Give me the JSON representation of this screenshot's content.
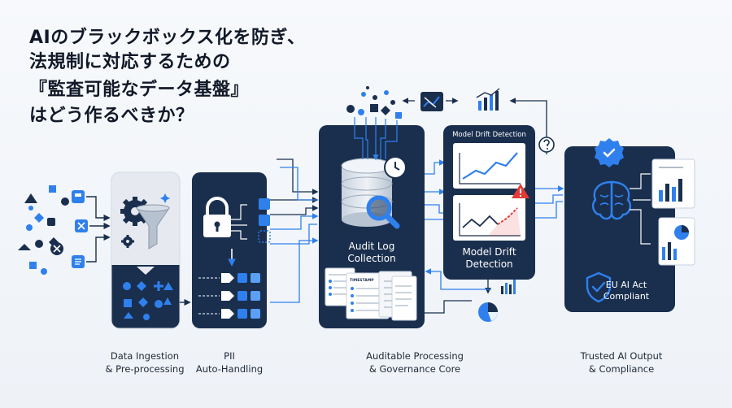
{
  "title": {
    "line1": "AIのブラックボックス化を防ぎ、",
    "line2": "法規制に対応するための",
    "line3": "『監査可能なデータ基盤』",
    "line4": "はどう作るべきか？"
  },
  "stages": {
    "ingestion": {
      "caption_line1": "Data Ingestion",
      "caption_line2": "& Pre-processing"
    },
    "pii": {
      "caption_line1": "PII",
      "caption_line2": "Auto-Handling"
    },
    "governance": {
      "label_line1": "Audit Log",
      "label_line2": "Collection",
      "doc_label": "TIMESTAMP",
      "caption_line1": "Auditable Processing",
      "caption_line2": "& Governance Core"
    },
    "drift": {
      "top_label": "Model Drift Detection",
      "label_line1": "Model Drift",
      "label_line2": "Detection"
    },
    "output": {
      "badge_line1": "EU AI Act",
      "badge_line2": "Compliant",
      "caption_line1": "Trusted AI Output",
      "caption_line2": "& Compliance"
    }
  },
  "colors": {
    "navy": "#1a2f4e",
    "blue": "#2f80ed",
    "alert": "#e53935",
    "light_panel": "#e6eaf0"
  },
  "icons": [
    "gear-icon",
    "funnel-icon",
    "lock-icon",
    "database-icon",
    "clock-icon",
    "magnifier-icon",
    "brain-icon",
    "shield-check-icon",
    "verified-badge-icon",
    "warning-icon",
    "question-icon",
    "pie-chart-icon",
    "bar-chart-icon",
    "line-chart-icon"
  ]
}
